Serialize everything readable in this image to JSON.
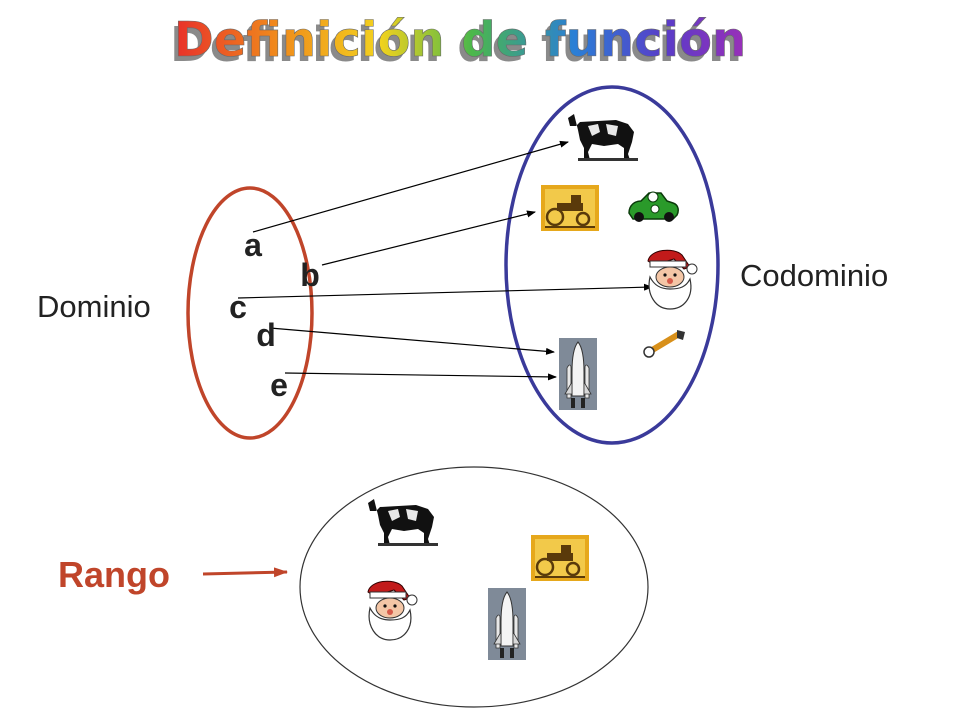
{
  "title": "Definición de función",
  "domain_label": "Dominio",
  "codomain_label": "Codominio",
  "range_label": "Rango",
  "domain_elements": [
    "a",
    "b",
    "c",
    "d",
    "e"
  ],
  "codomain_items": [
    "cow-icon",
    "tractor-icon",
    "race-car-icon",
    "santa-icon",
    "wrench-icon",
    "shuttle-icon"
  ],
  "range_items": [
    "cow-icon",
    "tractor-icon",
    "santa-icon",
    "shuttle-icon"
  ],
  "mappings": [
    {
      "from": "a",
      "to": "cow-icon"
    },
    {
      "from": "b",
      "to": "tractor-icon"
    },
    {
      "from": "c",
      "to": "santa-icon"
    },
    {
      "from": "d",
      "to": "shuttle-icon"
    },
    {
      "from": "e",
      "to": "shuttle-icon"
    }
  ],
  "colors": {
    "domain_ellipse": "#c0452a",
    "codomain_ellipse": "#3a3a9a",
    "range_label": "#c0452a",
    "range_arrow": "#c0452a",
    "mapping_arrow": "#000000"
  }
}
